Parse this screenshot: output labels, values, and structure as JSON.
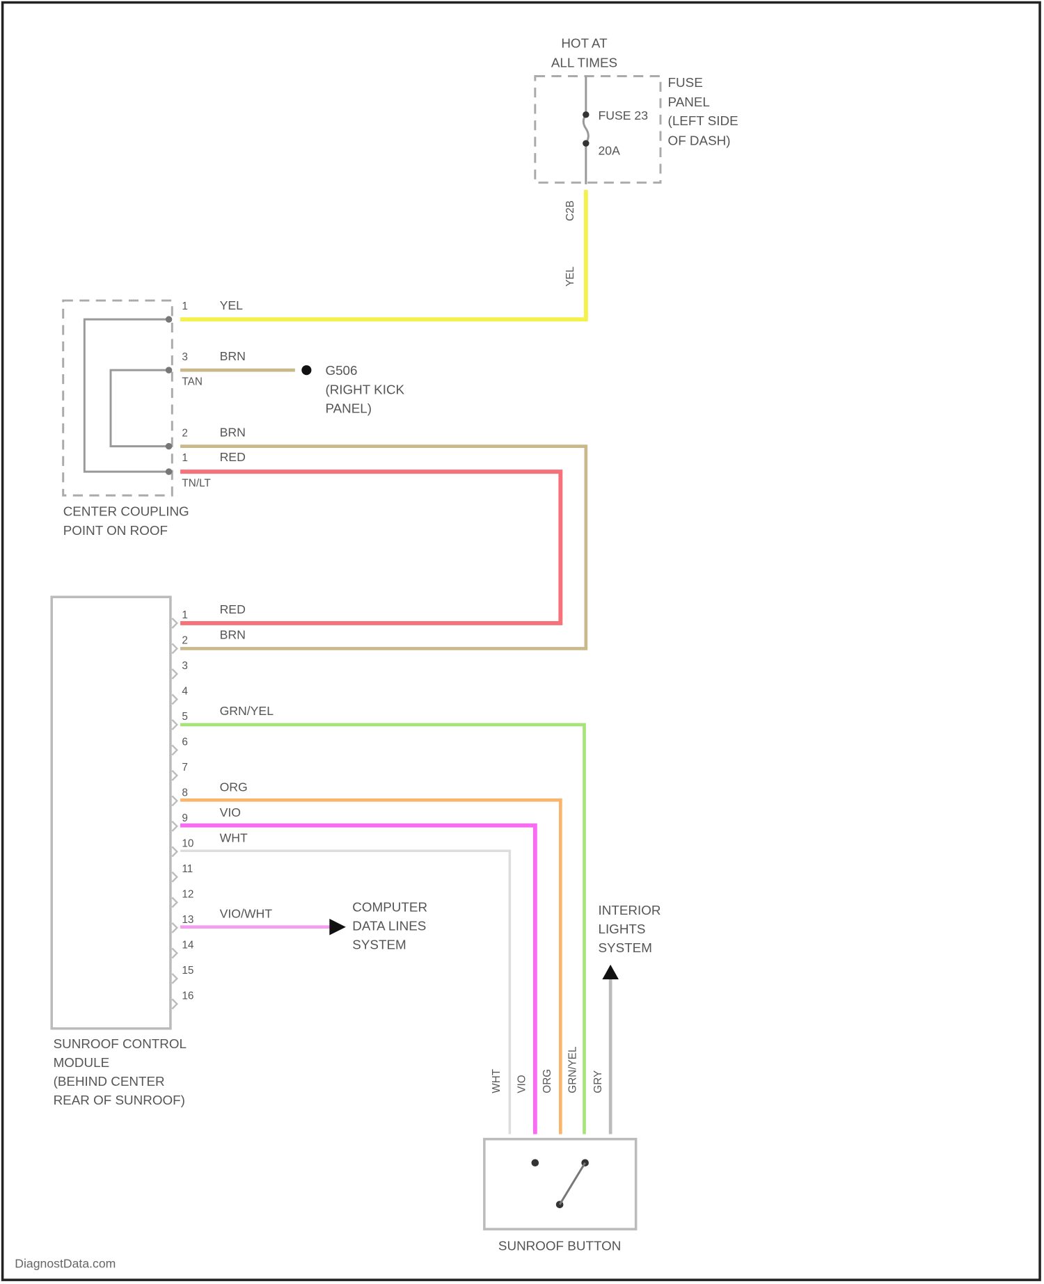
{
  "fuse_panel": {
    "power_label_1": "HOT AT",
    "power_label_2": "ALL TIMES",
    "fuse_name": "FUSE 23",
    "fuse_rating": "20A",
    "panel_label": [
      "FUSE",
      "PANEL",
      "(LEFT SIDE",
      "OF DASH)"
    ],
    "connector_label": "C2B",
    "wire_label": "YEL"
  },
  "coupling": {
    "label": [
      "CENTER COUPLING",
      "POINT ON ROOF"
    ],
    "pins": [
      {
        "pin": "1",
        "wire": "YEL"
      },
      {
        "pin": "3",
        "wire": "BRN",
        "inner_wire": "TAN"
      },
      {
        "pin": "2",
        "wire": "BRN"
      },
      {
        "pin": "1",
        "wire": "RED",
        "inner_wire": "TN/LT"
      }
    ]
  },
  "ground": {
    "label": [
      "G506",
      "(RIGHT KICK",
      "PANEL)"
    ]
  },
  "module": {
    "label": [
      "SUNROOF CONTROL",
      "MODULE",
      "(BEHIND CENTER",
      "REAR OF SUNROOF)"
    ],
    "pins": [
      "1",
      "2",
      "3",
      "4",
      "5",
      "6",
      "7",
      "8",
      "9",
      "10",
      "11",
      "12",
      "13",
      "14",
      "15",
      "16"
    ],
    "wires": {
      "p1": "RED",
      "p2": "BRN",
      "p5": "GRN/YEL",
      "p8": "ORG",
      "p9": "VIO",
      "p10": "WHT",
      "p13": "VIO/WHT"
    }
  },
  "computer_data": {
    "label": [
      "COMPUTER",
      "DATA LINES",
      "SYSTEM"
    ]
  },
  "interior_lights": {
    "label": [
      "INTERIOR",
      "LIGHTS",
      "SYSTEM"
    ]
  },
  "button": {
    "label": "SUNROOF BUTTON",
    "wires": [
      "WHT",
      "VIO",
      "ORG",
      "GRN/YEL",
      "GRY"
    ]
  },
  "watermark": "DiagnostData.com",
  "colors": {
    "yel": "#f4f14a",
    "brn": "#c8b88a",
    "red": "#f7707a",
    "grn_yel": "#a6e47a",
    "org": "#f9b56c",
    "vio": "#f76cf0",
    "vio_wht": "#f59cf1",
    "wht": "#dddddd",
    "gry": "#bbbbbb"
  }
}
